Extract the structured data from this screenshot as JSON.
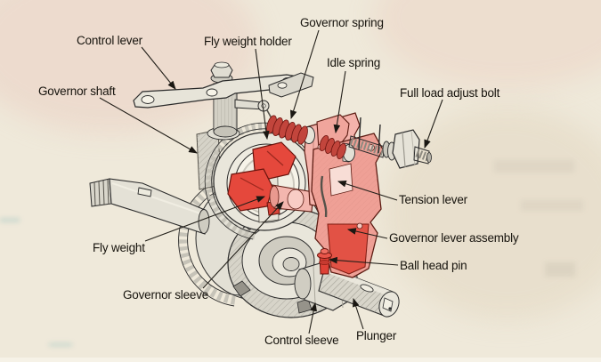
{
  "figure": {
    "kind": "scanned engine governor cutaway illustration"
  },
  "colors": {
    "paper": "#efe9da",
    "ink": "#211e18",
    "metal_light": "#e7e4d9",
    "metal_mid": "#d7d4c9",
    "metal_dark": "#b5b2a7",
    "part_red": "#e5483c",
    "spring_red": "#c2453c",
    "lever_pink": "#efa096",
    "lever_pink_light": "#f4b3ab"
  },
  "labels": [
    {
      "id": "control-lever",
      "text": "Control lever"
    },
    {
      "id": "fly-weight-holder",
      "text": "Fly weight holder"
    },
    {
      "id": "governor-spring",
      "text": "Governor spring"
    },
    {
      "id": "idle-spring",
      "text": "Idle spring"
    },
    {
      "id": "full-load-adjust-bolt",
      "text": "Full load adjust bolt"
    },
    {
      "id": "governor-shaft",
      "text": "Governor shaft"
    },
    {
      "id": "tension-lever",
      "text": "Tension lever"
    },
    {
      "id": "governor-lever-assembly",
      "text": "Governor lever assembly"
    },
    {
      "id": "ball-head-pin",
      "text": "Ball head pin"
    },
    {
      "id": "fly-weight",
      "text": "Fly weight"
    },
    {
      "id": "governor-sleeve",
      "text": "Governor sleeve"
    },
    {
      "id": "control-sleeve",
      "text": "Control sleeve"
    },
    {
      "id": "plunger",
      "text": "Plunger"
    }
  ]
}
